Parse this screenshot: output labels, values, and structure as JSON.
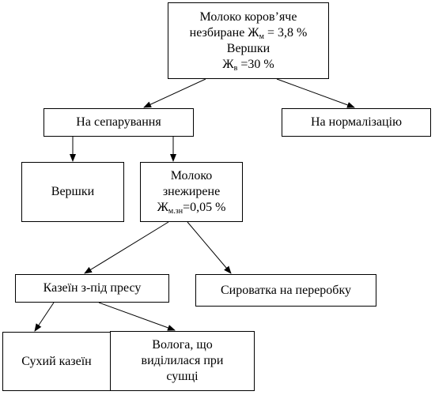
{
  "nodes": {
    "raw_milk": {
      "line1": "Молоко коров’яче",
      "line2_pre": "незбиране Ж",
      "line2_sub": "м",
      "line2_post": " = 3,8 %",
      "line3": "Вершки",
      "line4_pre": "Ж",
      "line4_sub": "в",
      "line4_post": " =30 %"
    },
    "separation": {
      "label": "На сепарування"
    },
    "normalization": {
      "label": "На нормалізацію"
    },
    "cream": {
      "label": "Вершки"
    },
    "skim_milk": {
      "line1": "Молоко",
      "line2": "знежирене",
      "line3_pre": "Ж",
      "line3_sub": "м.зн",
      "line3_post": "=0,05 %"
    },
    "casein_press": {
      "label": "Казеїн з-під пресу"
    },
    "whey": {
      "label": "Сироватка на переробку"
    },
    "dry_casein": {
      "label": "Сухий казеїн"
    },
    "moisture": {
      "line1": "Волога, що",
      "line2": "виділилася при",
      "line3": "сушці"
    }
  },
  "edges": [
    [
      "raw_milk",
      "separation"
    ],
    [
      "raw_milk",
      "normalization"
    ],
    [
      "separation",
      "cream"
    ],
    [
      "separation",
      "skim_milk"
    ],
    [
      "skim_milk",
      "casein_press"
    ],
    [
      "skim_milk",
      "whey"
    ],
    [
      "casein_press",
      "dry_casein"
    ],
    [
      "casein_press",
      "moisture"
    ]
  ]
}
